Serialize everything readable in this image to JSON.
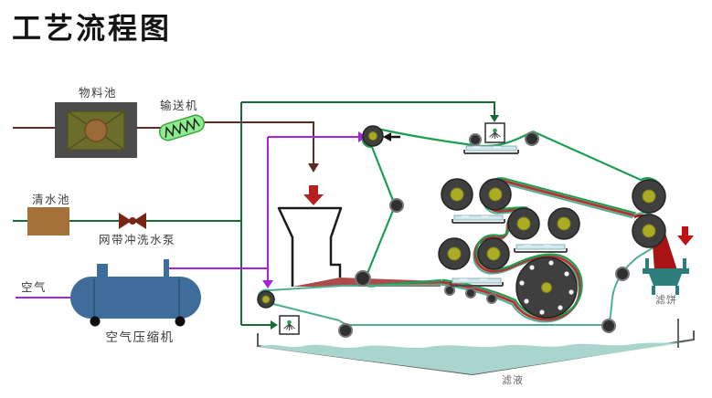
{
  "title": "工艺流程图",
  "labels": {
    "material_pool": "物料池",
    "conveyor": "输送机",
    "clean_water_pool": "清水池",
    "wash_pump": "网带冲洗水泵",
    "air": "空气",
    "air_compressor": "空气压缩机",
    "filter_cake": "滤饼",
    "filtrate": "滤液"
  },
  "colors": {
    "belt_green": "#1d9e52",
    "belt_teal": "#4fae92",
    "slurry_red": "#ad4b4b",
    "cake_red": "#a81414",
    "arrow_red": "#c01212",
    "feed_line_maroon": "#5e2a24",
    "water_line_green": "#176b38",
    "air_line_purple": "#aa22dd",
    "tank_blue": "#3e6d9c",
    "pool_brown": "#a4713b",
    "valve_maroon": "#7a2418",
    "conveyor_green": "#8dec8d",
    "roller_gray": "#3f3f3f",
    "roller_hub_olive": "#acac24",
    "tray_blue": "#cfe9ee",
    "basin_water": "#a9d5cd",
    "cart_teal": "#2e7d7d"
  }
}
